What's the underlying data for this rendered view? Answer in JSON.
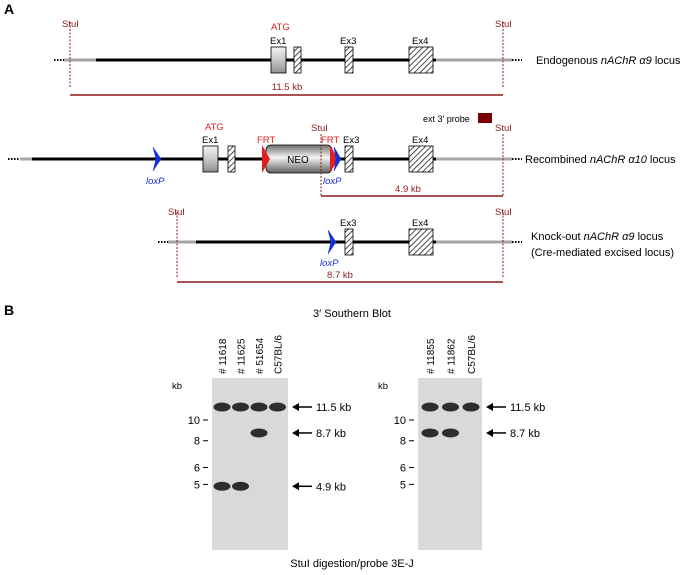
{
  "colors": {
    "line": "#000000",
    "gray_line": "#a6a6a6",
    "dim": "#8b1a1a",
    "red_text": "#e02020",
    "blue": "#1530d8",
    "probe": "#7a0000",
    "blot_bg": "#d9d9d9",
    "band": "#1a1a1a"
  },
  "panel_a": {
    "label": "A",
    "endogenous": {
      "stul_left": "StuI",
      "stul_right": "StuI",
      "atg": "ATG",
      "ex1": "Ex1",
      "ex3": "Ex3",
      "ex4": "Ex4",
      "size": "11.5 kb",
      "locus_prefix": "Endogenous ",
      "locus_gene": "nAChR α9",
      "locus_suffix": " locus"
    },
    "recombined": {
      "atg": "ATG",
      "ex1": "Ex1",
      "frt_left": "FRT",
      "stul_mid": "StuI",
      "frt_right": "FRT",
      "ex3": "Ex3",
      "ex4": "Ex4",
      "neo": "NEO",
      "loxp_left": "loxP",
      "loxp_right": "loxP",
      "probe_label": "ext 3′ probe",
      "stul_right": "StuI",
      "size": "4.9 kb",
      "locus_prefix": "Recombined ",
      "locus_gene": "nAChR α10",
      "locus_suffix": " locus"
    },
    "knockout": {
      "stul_left": "StuI",
      "stul_right": "StuI",
      "ex3": "Ex3",
      "ex4": "Ex4",
      "loxp": "loxP",
      "size": "8.7 kb",
      "locus_prefix": "Knock-out ",
      "locus_gene": "nAChR α9",
      "locus_suffix": " locus",
      "subtitle": "(Cre-mediated excised locus)"
    }
  },
  "panel_b": {
    "label": "B",
    "title": "3′ Southern Blot",
    "footer": "StuI digestion/probe 3E-J",
    "unit": "kb",
    "blot1": {
      "lanes": [
        "# 11618",
        "# 11625",
        "# 51654",
        "C57BL/6"
      ],
      "ladder": [
        {
          "label": "10",
          "kb": 10
        },
        {
          "label": "8",
          "kb": 8
        },
        {
          "label": "6",
          "kb": 6
        },
        {
          "label": "5",
          "kb": 5
        }
      ],
      "bands": [
        {
          "lane": 0,
          "kb": 11.5
        },
        {
          "lane": 1,
          "kb": 11.5
        },
        {
          "lane": 2,
          "kb": 11.5
        },
        {
          "lane": 3,
          "kb": 11.5
        },
        {
          "lane": 2,
          "kb": 8.7
        },
        {
          "lane": 0,
          "kb": 4.9
        },
        {
          "lane": 1,
          "kb": 4.9
        }
      ],
      "markers": [
        "11.5 kb",
        "8.7 kb",
        "4.9 kb"
      ]
    },
    "blot2": {
      "lanes": [
        "# 11855",
        "# 11862",
        "C57BL/6"
      ],
      "ladder": [
        {
          "label": "10",
          "kb": 10
        },
        {
          "label": "8",
          "kb": 8
        },
        {
          "label": "6",
          "kb": 6
        },
        {
          "label": "5",
          "kb": 5
        }
      ],
      "bands": [
        {
          "lane": 0,
          "kb": 11.5
        },
        {
          "lane": 1,
          "kb": 11.5
        },
        {
          "lane": 2,
          "kb": 11.5
        },
        {
          "lane": 0,
          "kb": 8.7
        },
        {
          "lane": 1,
          "kb": 8.7
        }
      ],
      "markers": [
        "11.5 kb",
        "8.7 kb"
      ]
    }
  }
}
